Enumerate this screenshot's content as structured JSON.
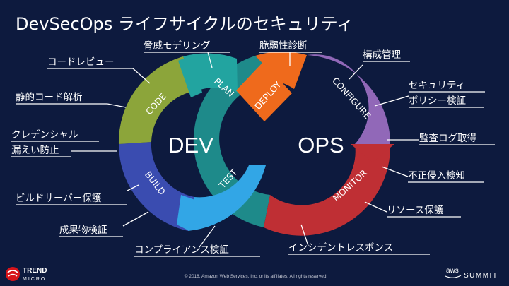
{
  "title": "DevSecOps ライフサイクルのセキュリティ",
  "center": {
    "left": "DEV",
    "right": "OPS"
  },
  "segments": {
    "code": "CODE",
    "plan": "PLAN",
    "build": "BUILD",
    "test": "TEST",
    "deploy": "DEPLOY",
    "configure": "CONFIGURE",
    "monitor": "MONITOR"
  },
  "callouts": {
    "threat_modeling": "脅威モデリング",
    "code_review": "コードレビュー",
    "static_analysis": "静的コード解析",
    "credential_leak_1": "クレデンシャル",
    "credential_leak_2": "漏えい防止",
    "build_server": "ビルドサーバー保護",
    "artifact_verify": "成果物検証",
    "compliance": "コンプライアンス検証",
    "vuln_diagnosis": "脆弱性診断",
    "config_mgmt": "構成管理",
    "sec_policy_1": "セキュリティ",
    "sec_policy_2": "ポリシー検証",
    "audit_log": "監査ログ取得",
    "intrusion": "不正侵入検知",
    "resource": "リソース保護",
    "incident": "インシデントレスポンス"
  },
  "footer": {
    "copyright": "© 2018, Amazon Web Services, Inc. or its affiliates. All rights reserved.",
    "trend_top": "TREND",
    "trend_bottom": "MICRO",
    "aws": "aws",
    "summit": "SUMMIT"
  },
  "colors": {
    "background": "#0d1a3e",
    "code": "#8ca53a",
    "plan": "#22a4a0",
    "build": "#3a4cb0",
    "test": "#32a6e6",
    "deploy": "#ef6a1c",
    "configure": "#9168b8",
    "monitor": "#bf2f34",
    "weave": "#1e8a8a"
  }
}
